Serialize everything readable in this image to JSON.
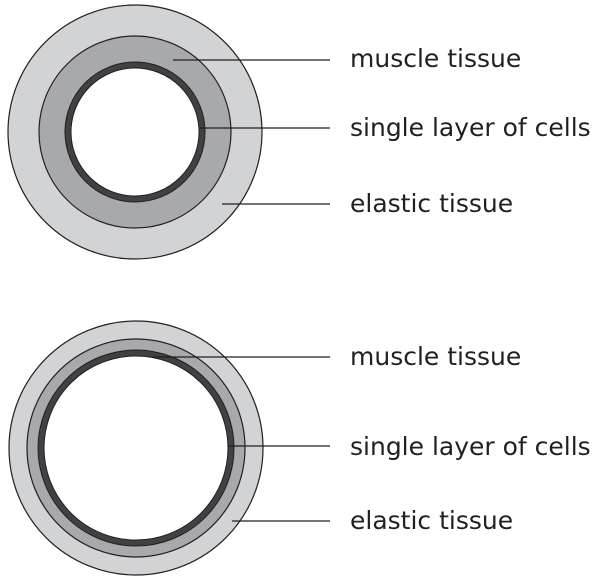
{
  "diagrams": [
    {
      "labels": [
        "muscle tissue",
        "single layer of cells",
        "elastic tissue"
      ]
    },
    {
      "labels": [
        "muscle tissue",
        "single layer of cells",
        "elastic tissue"
      ]
    }
  ],
  "colors": {
    "outer_ring": "#d1d3d4",
    "muscle_ring": "#a7a9ac",
    "cell_layer": "#58595b",
    "lumen": "#ffffff",
    "outline": "#231f20"
  }
}
